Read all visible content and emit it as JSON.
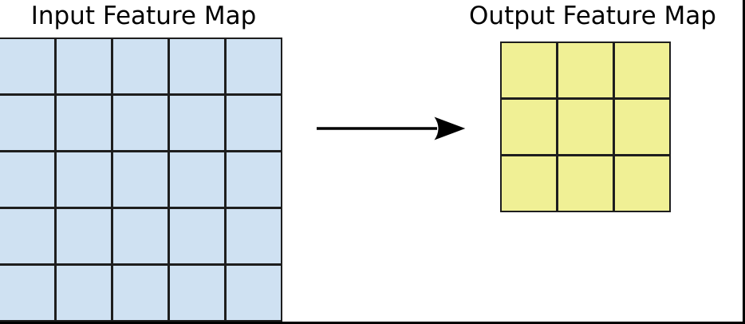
{
  "diagram": {
    "background_color": "#ffffff",
    "frame_color": "#000000",
    "input_map": {
      "title": "Input Feature Map",
      "rows": 5,
      "cols": 5,
      "cell_color": "#cfe1f2",
      "grid_line_color": "#1e1e1e"
    },
    "output_map": {
      "title": "Output Feature Map",
      "rows": 3,
      "cols": 3,
      "cell_color": "#f0f095",
      "grid_line_color": "#1e1e1e"
    },
    "arrow": {
      "direction": "right",
      "color": "#000000"
    }
  }
}
